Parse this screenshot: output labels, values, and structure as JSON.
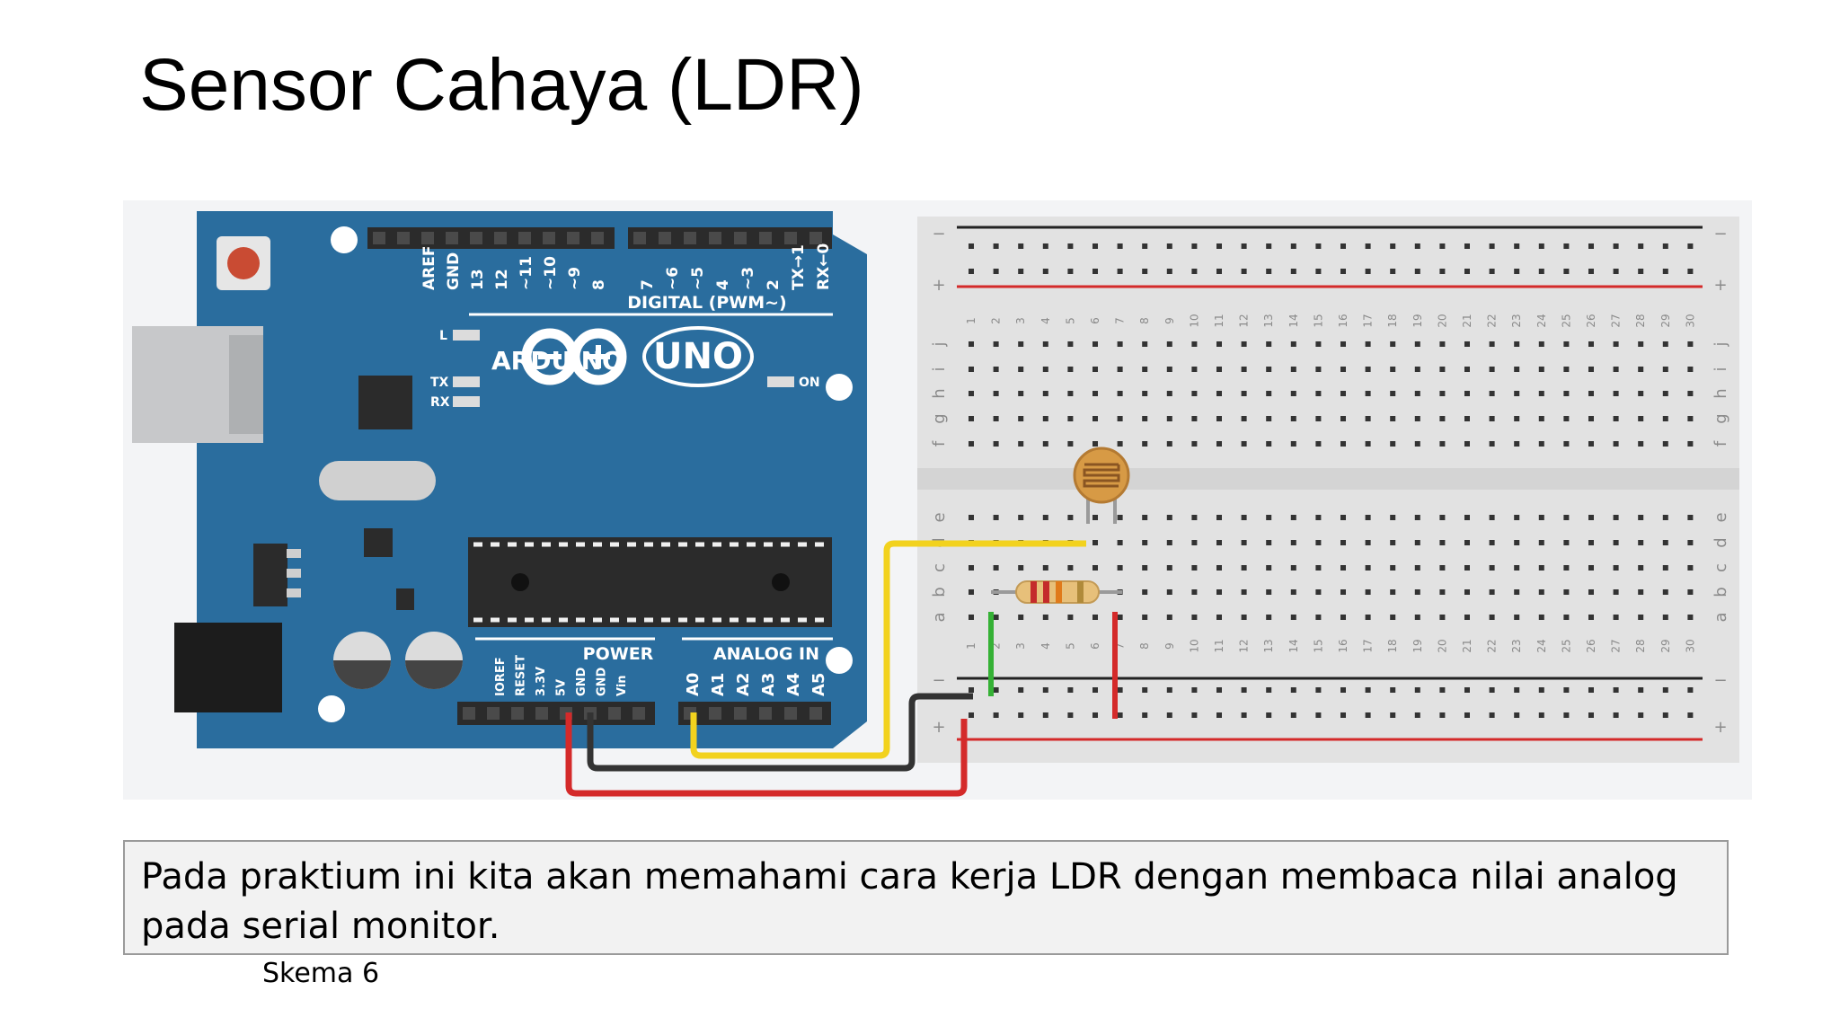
{
  "title": "Sensor Cahaya (LDR)",
  "caption": "Skema 6",
  "description": "Pada praktium ini kita akan memahami cara kerja LDR dengan membaca nilai analog pada serial monitor.",
  "arduino": {
    "logo": "ARDUINO",
    "model": "UNO",
    "on_label": "ON",
    "l_label": "L",
    "tx_label": "TX",
    "rx_label": "RX",
    "digital_label": "DIGITAL (PWM~)",
    "digital_pins": [
      "AREF",
      "GND",
      "13",
      "12",
      "~11",
      "~10",
      "~9",
      "8",
      "7",
      "~6",
      "~5",
      "4",
      "~3",
      "2",
      "TX→1",
      "RX←0"
    ],
    "power_label": "POWER",
    "power_pins": [
      "IOREF",
      "RESET",
      "3.3V",
      "5V",
      "GND",
      "GND",
      "Vin"
    ],
    "analog_label": "ANALOG IN",
    "analog_pins": [
      "A0",
      "A1",
      "A2",
      "A3",
      "A4",
      "A5"
    ]
  },
  "breadboard": {
    "columns": 30,
    "top_letters": [
      "j",
      "i",
      "h",
      "g",
      "f"
    ],
    "bottom_letters": [
      "e",
      "d",
      "c",
      "b",
      "a"
    ],
    "rail_minus": "−",
    "rail_plus": "+"
  },
  "colors": {
    "board": "#2a6d9e",
    "wire_5v": "#d42a2a",
    "wire_gnd": "#333333",
    "wire_signal": "#f2d21e",
    "wire_green": "#35b135",
    "ldr": "#d79a45"
  }
}
